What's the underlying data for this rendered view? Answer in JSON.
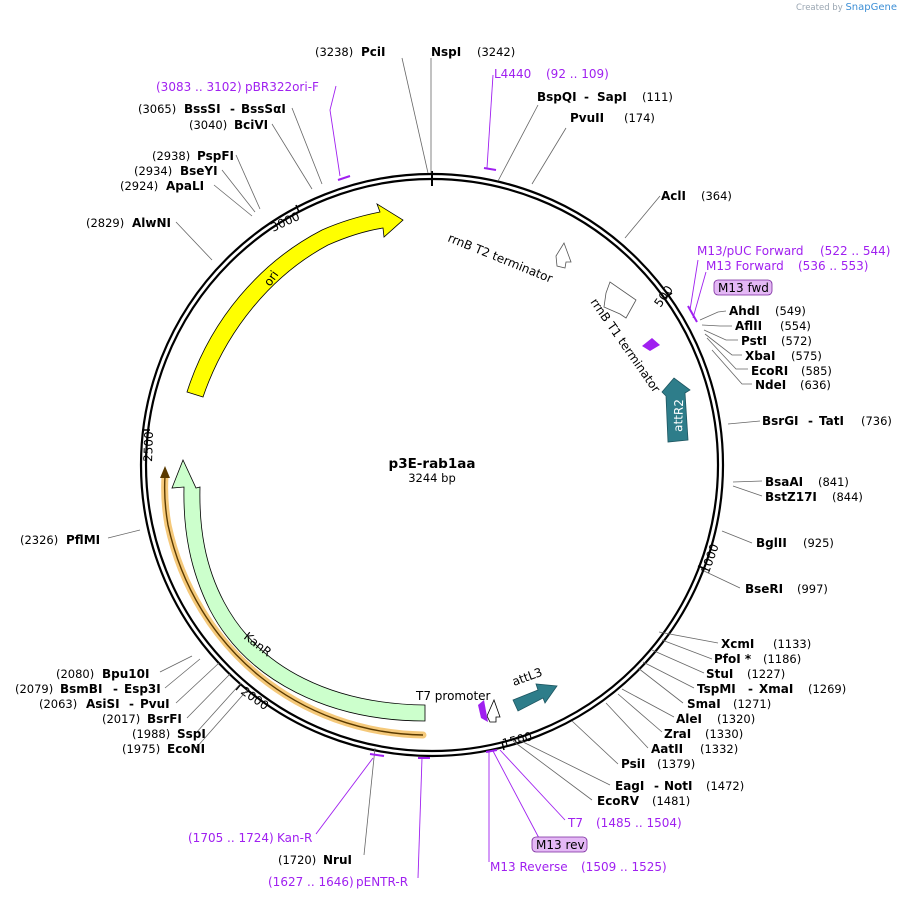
{
  "watermark": {
    "prefix": "Created by",
    "brand": "SnapGene"
  },
  "plasmid": {
    "name": "p3E-rab1aa",
    "length_label": "3244 bp"
  },
  "ticks": [
    "500",
    "1000",
    "1500",
    "2000",
    "2500",
    "3000"
  ],
  "features": {
    "ori": "ori",
    "kanr": "KanR",
    "attr2": "attR2",
    "attl3": "attL3",
    "t7_promoter": "T7 promoter",
    "rrnb_t2": "rrnB T2 terminator",
    "rrnb_t1": "rrnB T1 terminator"
  },
  "sites": [
    {
      "id": "pcii",
      "name": "PciI",
      "pos": "(3238)"
    },
    {
      "id": "nspi",
      "name": "NspI",
      "pos": "(3242)"
    },
    {
      "id": "bspqi",
      "name": "BspQI",
      "name2": "SapI",
      "pos": "(111)"
    },
    {
      "id": "pvuii",
      "name": "PvuII",
      "pos": "(174)"
    },
    {
      "id": "acli",
      "name": "AclI",
      "pos": "(364)"
    },
    {
      "id": "ahdi",
      "name": "AhdI",
      "pos": "(549)"
    },
    {
      "id": "aflii",
      "name": "AflII",
      "pos": "(554)"
    },
    {
      "id": "psti",
      "name": "PstI",
      "pos": "(572)"
    },
    {
      "id": "xbai",
      "name": "XbaI",
      "pos": "(575)"
    },
    {
      "id": "ecori",
      "name": "EcoRI",
      "pos": "(585)"
    },
    {
      "id": "ndei",
      "name": "NdeI",
      "pos": "(636)"
    },
    {
      "id": "bsrgi",
      "name": "BsrGI",
      "name2": "TatI",
      "pos": "(736)"
    },
    {
      "id": "bsaai",
      "name": "BsaAI",
      "pos": "(841)"
    },
    {
      "id": "bstz17i",
      "name": "BstZ17I",
      "pos": "(844)"
    },
    {
      "id": "bglii",
      "name": "BglII",
      "pos": "(925)"
    },
    {
      "id": "bseri",
      "name": "BseRI",
      "pos": "(997)"
    },
    {
      "id": "xcmi",
      "name": "XcmI",
      "pos": "(1133)"
    },
    {
      "id": "pfoi",
      "name": "PfoI *",
      "pos": "(1186)"
    },
    {
      "id": "stui",
      "name": "StuI",
      "pos": "(1227)"
    },
    {
      "id": "tspmi",
      "name": "TspMI",
      "name2": "XmaI",
      "pos": "(1269)"
    },
    {
      "id": "smai",
      "name": "SmaI",
      "pos": "(1271)"
    },
    {
      "id": "alei",
      "name": "AleI",
      "pos": "(1320)"
    },
    {
      "id": "zrai",
      "name": "ZraI",
      "pos": "(1330)"
    },
    {
      "id": "aatii",
      "name": "AatII",
      "pos": "(1332)"
    },
    {
      "id": "psii",
      "name": "PsiI",
      "pos": "(1379)"
    },
    {
      "id": "eagi",
      "name": "EagI",
      "name2": "NotI",
      "pos": "(1472)"
    },
    {
      "id": "ecorv",
      "name": "EcoRV",
      "pos": "(1481)"
    },
    {
      "id": "nrui",
      "name": "NruI",
      "pos": "(1720)"
    },
    {
      "id": "econi",
      "name": "EcoNI",
      "pos": "(1975)"
    },
    {
      "id": "sspi",
      "name": "SspI",
      "pos": "(1988)"
    },
    {
      "id": "bsrfi",
      "name": "BsrFI",
      "pos": "(2017)"
    },
    {
      "id": "asisi",
      "name": "AsiSI",
      "name2": "PvuI",
      "pos": "(2063)"
    },
    {
      "id": "bsmbi",
      "name": "BsmBI",
      "name2": "Esp3I",
      "pos": "(2079)"
    },
    {
      "id": "bpu10i",
      "name": "Bpu10I",
      "pos": "(2080)"
    },
    {
      "id": "pflmi",
      "name": "PflMI",
      "pos": "(2326)"
    },
    {
      "id": "alwni",
      "name": "AlwNI",
      "pos": "(2829)"
    },
    {
      "id": "apali",
      "name": "ApaLI",
      "pos": "(2924)"
    },
    {
      "id": "bseyi",
      "name": "BseYI",
      "pos": "(2934)"
    },
    {
      "id": "pspfi",
      "name": "PspFI",
      "pos": "(2938)"
    },
    {
      "id": "bcivi",
      "name": "BciVI",
      "pos": "(3040)"
    },
    {
      "id": "bsssi",
      "name": "BssSI",
      "name2": "BssSαI",
      "pos": "(3065)"
    }
  ],
  "primers": [
    {
      "id": "pbr322",
      "name": "pBR322ori-F",
      "range": "(3083 .. 3102)"
    },
    {
      "id": "l4440",
      "name": "L4440",
      "range": "(92 .. 109)"
    },
    {
      "id": "m13puc",
      "name": "M13/pUC Forward",
      "range": "(522 .. 544)"
    },
    {
      "id": "m13fwd",
      "name": "M13 Forward",
      "range": "(536 .. 553)"
    },
    {
      "id": "t7",
      "name": "T7",
      "range": "(1485 .. 1504)"
    },
    {
      "id": "m13rev",
      "name": "M13 Reverse",
      "range": "(1509 .. 1525)"
    },
    {
      "id": "kanr",
      "name": "Kan-R",
      "range": "(1705 .. 1724)"
    },
    {
      "id": "pentr",
      "name": "pENTR-R",
      "range": "(1627 .. 1646)"
    }
  ],
  "boxed_primers": {
    "m13fwd": "M13 fwd",
    "m13rev": "M13 rev"
  },
  "colors": {
    "ori": "#ffff00",
    "kanr": "#ccffcc",
    "att": "#2e7d8a",
    "primer": "#a020f0",
    "box": "#e4b8f5",
    "pentr_glow": "#f5c97a"
  }
}
